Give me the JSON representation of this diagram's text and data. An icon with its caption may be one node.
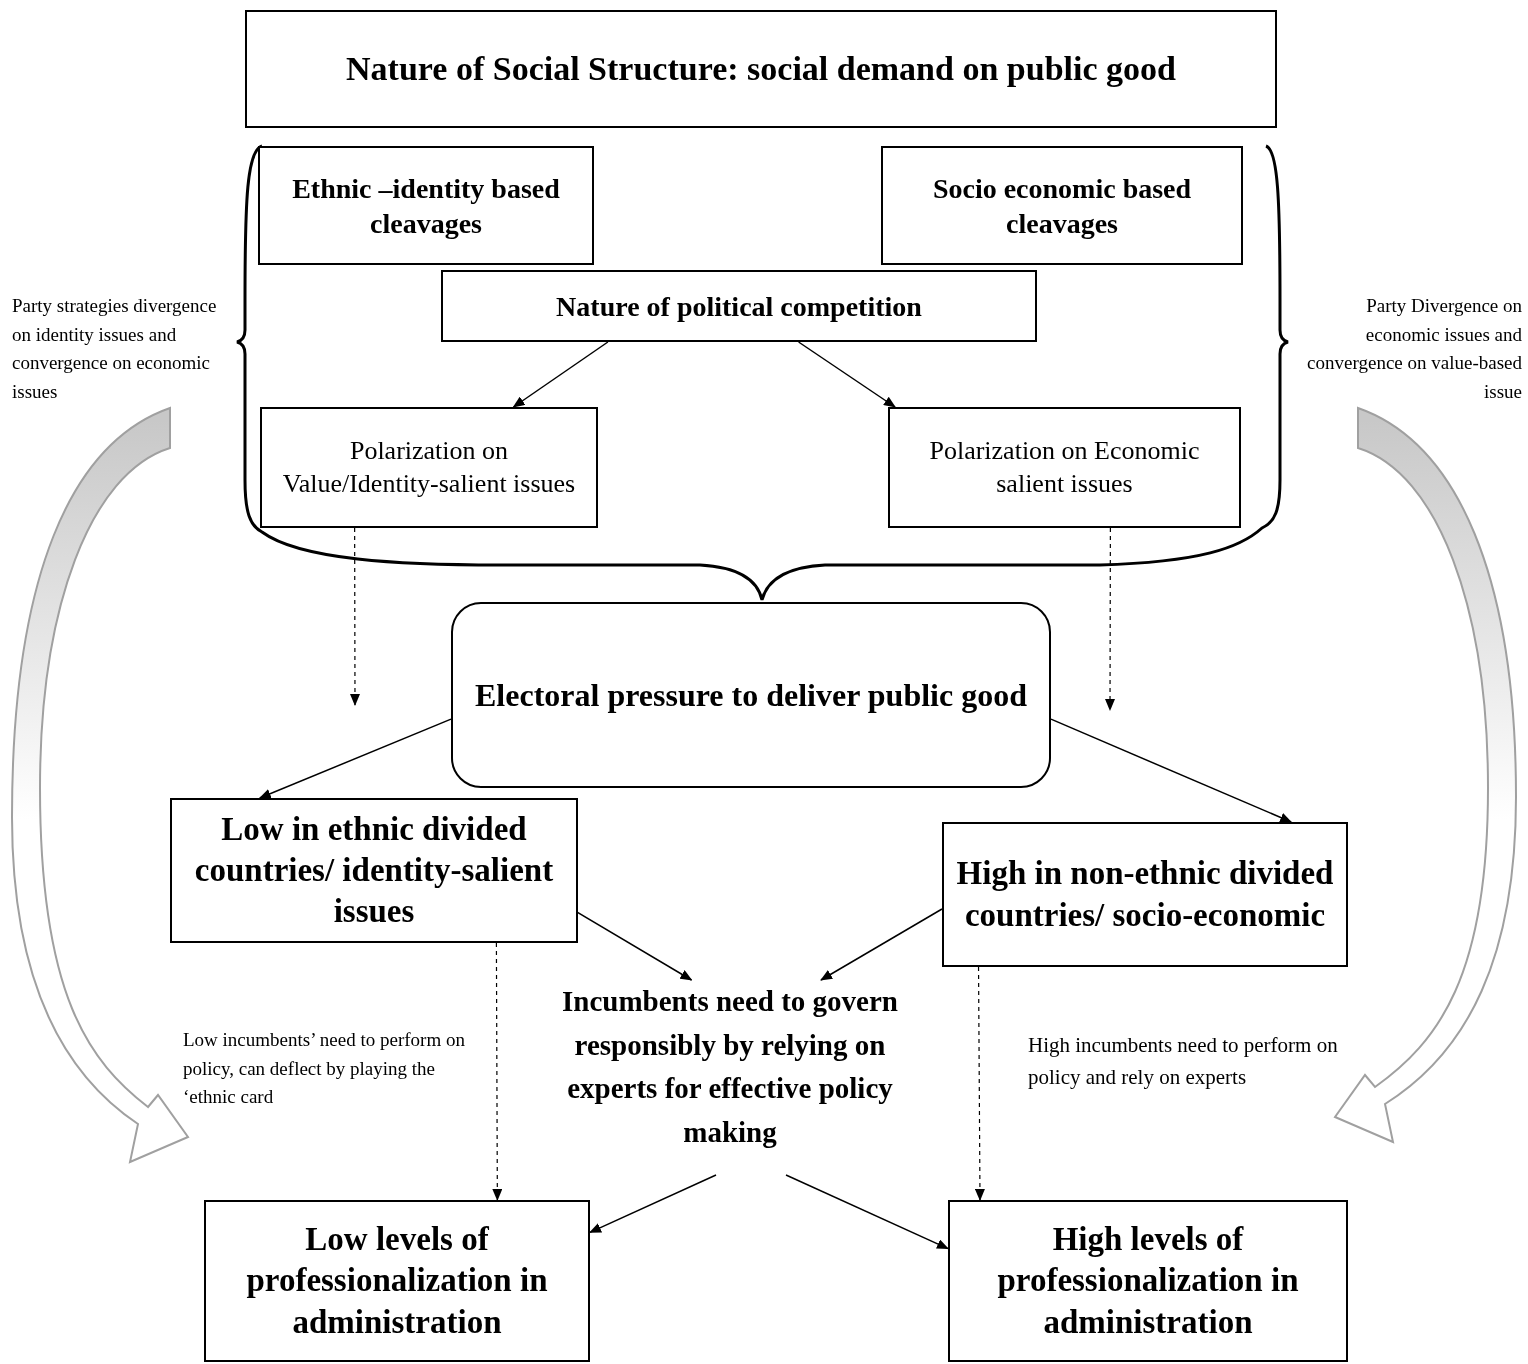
{
  "diagram": {
    "nodes": [
      {
        "text": [
          "Nature of Social Structure: social demand on public good"
        ]
      },
      {
        "text": [
          "Ethnic –identity based cleavages"
        ]
      },
      {
        "text": [
          "Socio economic based cleavages"
        ]
      },
      {
        "text": [
          "Nature of political competition"
        ]
      },
      {
        "text": [
          "Polarization on Value/Identity-salient issues"
        ]
      },
      {
        "text": [
          "Polarization on Economic salient issues"
        ]
      },
      {
        "text": [
          "Electoral pressure to deliver public good"
        ]
      },
      {
        "text": [
          "Low in ethnic divided countries/ identity-salient issues"
        ]
      },
      {
        "text": [
          "High in non-ethnic divided countries/ socio-economic"
        ]
      },
      {
        "text": [
          "Incumbents need to govern responsibly by relying on experts for effective policy making"
        ]
      },
      {
        "text": [
          "Low levels of professionalization in administration"
        ]
      },
      {
        "text": [
          "High levels of professionalization in administration"
        ]
      },
      {
        "text": [
          "Party strategies divergence on identity issues and convergence on economic issues"
        ]
      },
      {
        "text": [
          "Party Divergence on economic issues and convergence on value-based issue"
        ]
      },
      {
        "text": [
          "Low incumbents’ need to perform on policy, can deflect by playing the ‘ethnic card"
        ]
      },
      {
        "text": [
          "High incumbents need to perform on policy and rely on experts"
        ]
      }
    ],
    "edges": [
      {
        "from": 3,
        "to": 4,
        "arrow": "to"
      },
      {
        "from": 3,
        "to": 5,
        "arrow": "to"
      },
      {
        "from": 6,
        "to": 7,
        "arrow": "to"
      },
      {
        "from": 6,
        "to": 8,
        "arrow": "to"
      },
      {
        "from": 7,
        "to": 9,
        "arrow": "to"
      },
      {
        "from": 8,
        "to": 9,
        "arrow": "to"
      },
      {
        "from": 9,
        "to": 10,
        "arrow": "to"
      },
      {
        "from": 9,
        "to": 11,
        "arrow": "to"
      },
      {
        "from": 4,
        "to": null,
        "arrow": "to",
        "style": "dashed"
      },
      {
        "from": 5,
        "to": null,
        "arrow": "to",
        "style": "dashed"
      },
      {
        "from": 7,
        "to": 10,
        "arrow": "to",
        "style": "dashed"
      },
      {
        "from": 8,
        "to": 11,
        "arrow": "to",
        "style": "dashed"
      },
      {
        "from": 12,
        "to": 14,
        "arrow": "to",
        "style": "thick",
        "color": "#a0a0a0"
      },
      {
        "from": 13,
        "to": 15,
        "arrow": "to",
        "style": "thick",
        "color": "#a0a0a0"
      }
    ]
  }
}
